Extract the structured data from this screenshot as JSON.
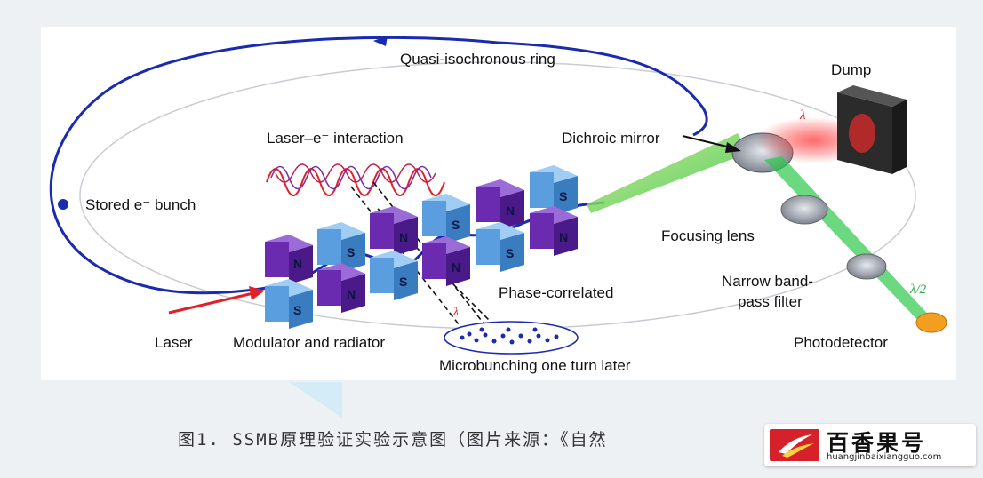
{
  "labels": {
    "ring": "Quasi-isochronous ring",
    "dump": "Dump",
    "laser_interaction": "Laser–e⁻ interaction",
    "dichroic_mirror": "Dichroic mirror",
    "stored_bunch": "Stored e⁻ bunch",
    "focusing_lens": "Focusing lens",
    "narrow_band_filter_1": "Narrow band-",
    "narrow_band_filter_2": "pass filter",
    "phase_correlated": "Phase-correlated",
    "laser": "Laser",
    "modulator_radiator": "Modulator and radiator",
    "photodetector": "Photodetector",
    "microbunching": "Microbunching one turn later",
    "lambda_red": "λ",
    "lambda_half": "λ/2",
    "lambda_mid": "λ"
  },
  "magnets": {
    "north": "N",
    "south": "S"
  },
  "caption": "图1. SSMB原理验证实验示意图（图片来源：《自然",
  "badge": {
    "name": "百香果号",
    "url": "huangjinbaixiangguo.com"
  },
  "colors": {
    "beam": "#1b2bb0",
    "laser_red": "#e0202a",
    "magnet_purple": "#6a2bb0",
    "magnet_blue": "#5a9ee0",
    "green_light": "#2ec84a"
  }
}
